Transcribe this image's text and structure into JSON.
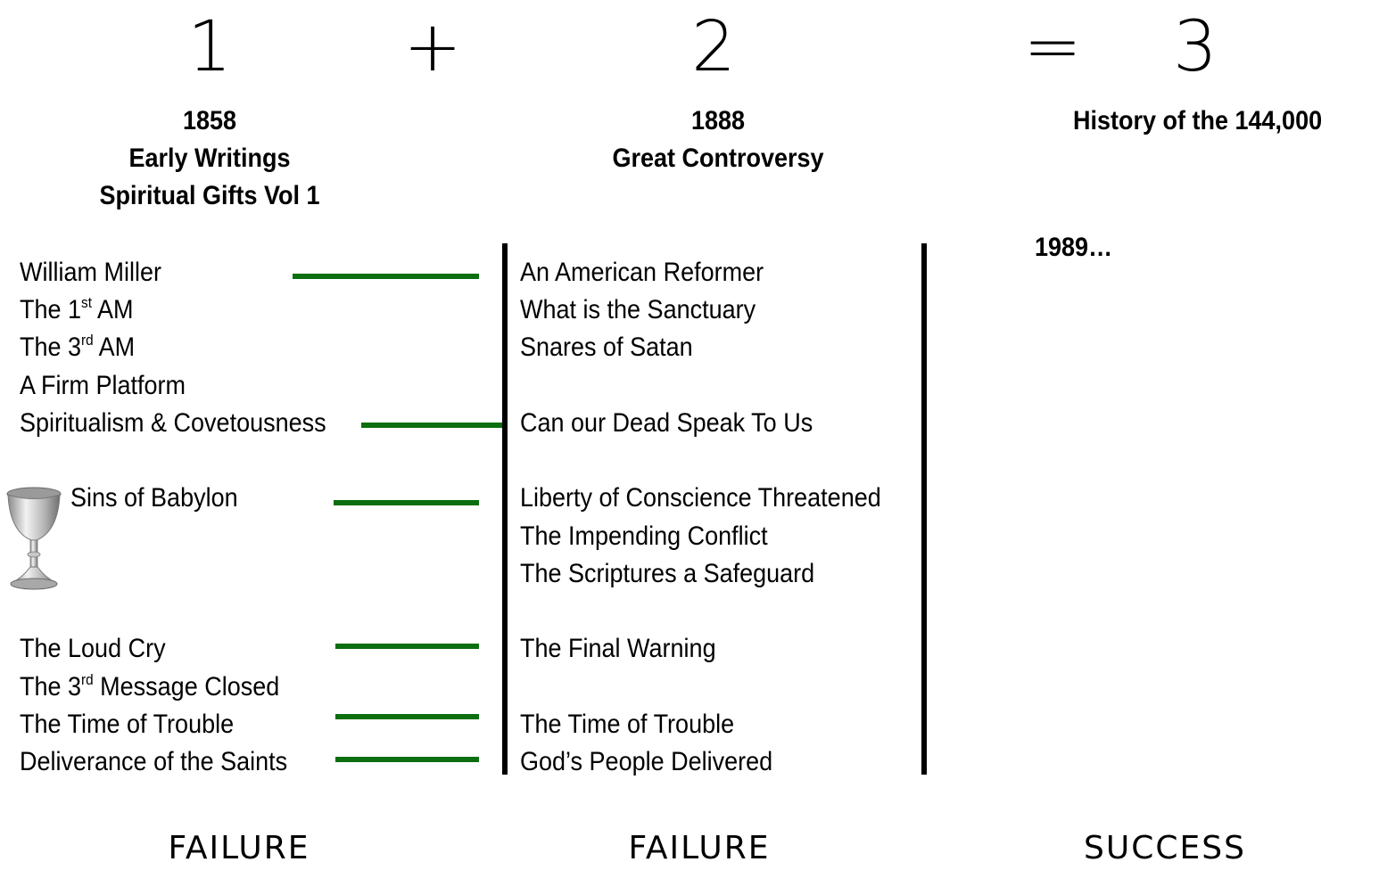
{
  "equation": {
    "n1": "1",
    "plus": "+",
    "n2": "2",
    "equals": "=",
    "n3": "3"
  },
  "column1": {
    "header": [
      "1858",
      "Early Writings",
      "Spiritual Gifts Vol 1"
    ],
    "items": {
      "william_miller": "William Miller",
      "first_am": {
        "pre": "The 1",
        "sup": "st",
        "post": " AM"
      },
      "third_am": {
        "pre": "The 3",
        "sup": "rd",
        "post": " AM"
      },
      "firm_platform": "A Firm Platform",
      "spiritualism": "Spiritualism & Covetousness",
      "sins_of_babylon": "Sins of Babylon",
      "loud_cry": "The Loud Cry",
      "third_message_closed": {
        "pre": "The 3",
        "sup": "rd",
        "post": " Message Closed"
      },
      "time_of_trouble": "The Time of Trouble",
      "deliverance": "Deliverance of the Saints"
    },
    "footer": "FAILURE"
  },
  "column2": {
    "header": [
      "1888",
      "Great Controversy"
    ],
    "items": {
      "american_reformer": "An American Reformer",
      "sanctuary": "What is the Sanctuary",
      "snares": "Snares of Satan",
      "dead_speak": "Can our Dead Speak To Us",
      "liberty": "Liberty of Conscience Threatened",
      "impending": "The Impending Conflict",
      "scriptures": "The Scriptures a Safeguard",
      "final_warning": "The Final Warning",
      "time_of_trouble": "The Time of Trouble",
      "delivered": "God’s People Delivered"
    },
    "footer": "FAILURE"
  },
  "column3": {
    "header": "History of the 144,000",
    "year": "1989…",
    "footer": "SUCCESS"
  },
  "colors": {
    "connector": "#0b6e10",
    "divider": "#000000"
  },
  "icons": {
    "cup": "silver-chalice-icon"
  }
}
